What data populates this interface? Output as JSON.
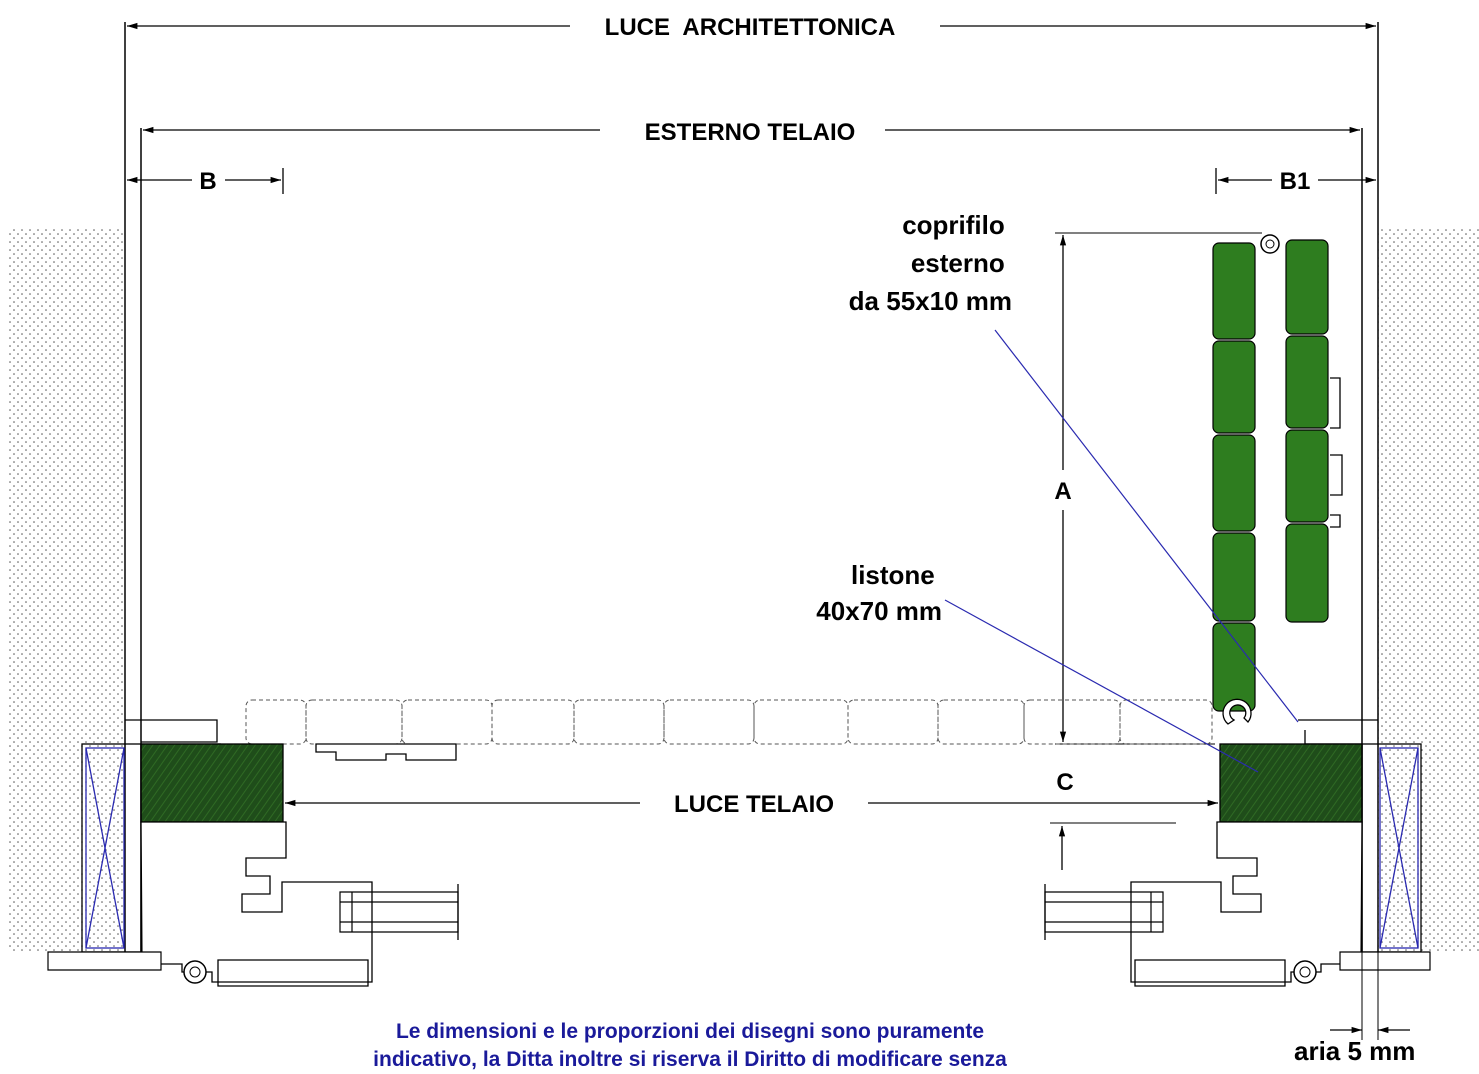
{
  "dimensions": {
    "luce_architettonica": "LUCE  ARCHITETTONICA",
    "esterno_telaio": "ESTERNO TELAIO",
    "b": "B",
    "b1": "B1",
    "a": "A",
    "c": "C",
    "luce_telaio": "LUCE TELAIO"
  },
  "annotations": {
    "coprifilo": [
      "coprifilo",
      "esterno",
      "da 55x10 mm"
    ],
    "listone": [
      "listone",
      "40x70 mm"
    ],
    "aria": "aria 5 mm"
  },
  "disclaimer": [
    "Le dimensioni e le proporzioni dei disegni sono puramente",
    "indicativo, la Ditta inoltre si riserva il Diritto di modificare senza"
  ],
  "colors": {
    "wood_green": "#2e7d1f",
    "wood_dark": "#1f4d1a",
    "line": "#000000",
    "blue_line": "#2a2ab0",
    "disclaimer_text": "#1a1a9a"
  }
}
